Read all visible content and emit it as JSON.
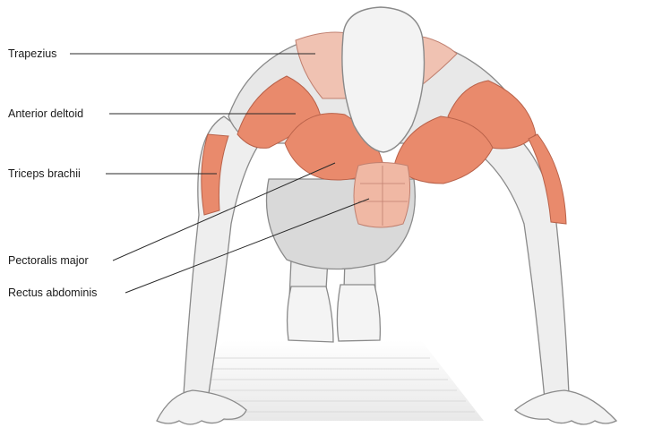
{
  "labels": {
    "trapezius": "Trapezius",
    "anterior_deltoid": "Anterior deltoid",
    "triceps_brachii": "Triceps brachii",
    "pectoralis_major": "Pectoralis major",
    "rectus_abdominis": "Rectus abdominis"
  },
  "colors": {
    "muscle_highlight": "#e98a6c",
    "muscle_shade": "#cf6a4e",
    "skin": "#eeeeee",
    "outline": "#8a8a8a",
    "leader_line": "#2a2a2a"
  }
}
